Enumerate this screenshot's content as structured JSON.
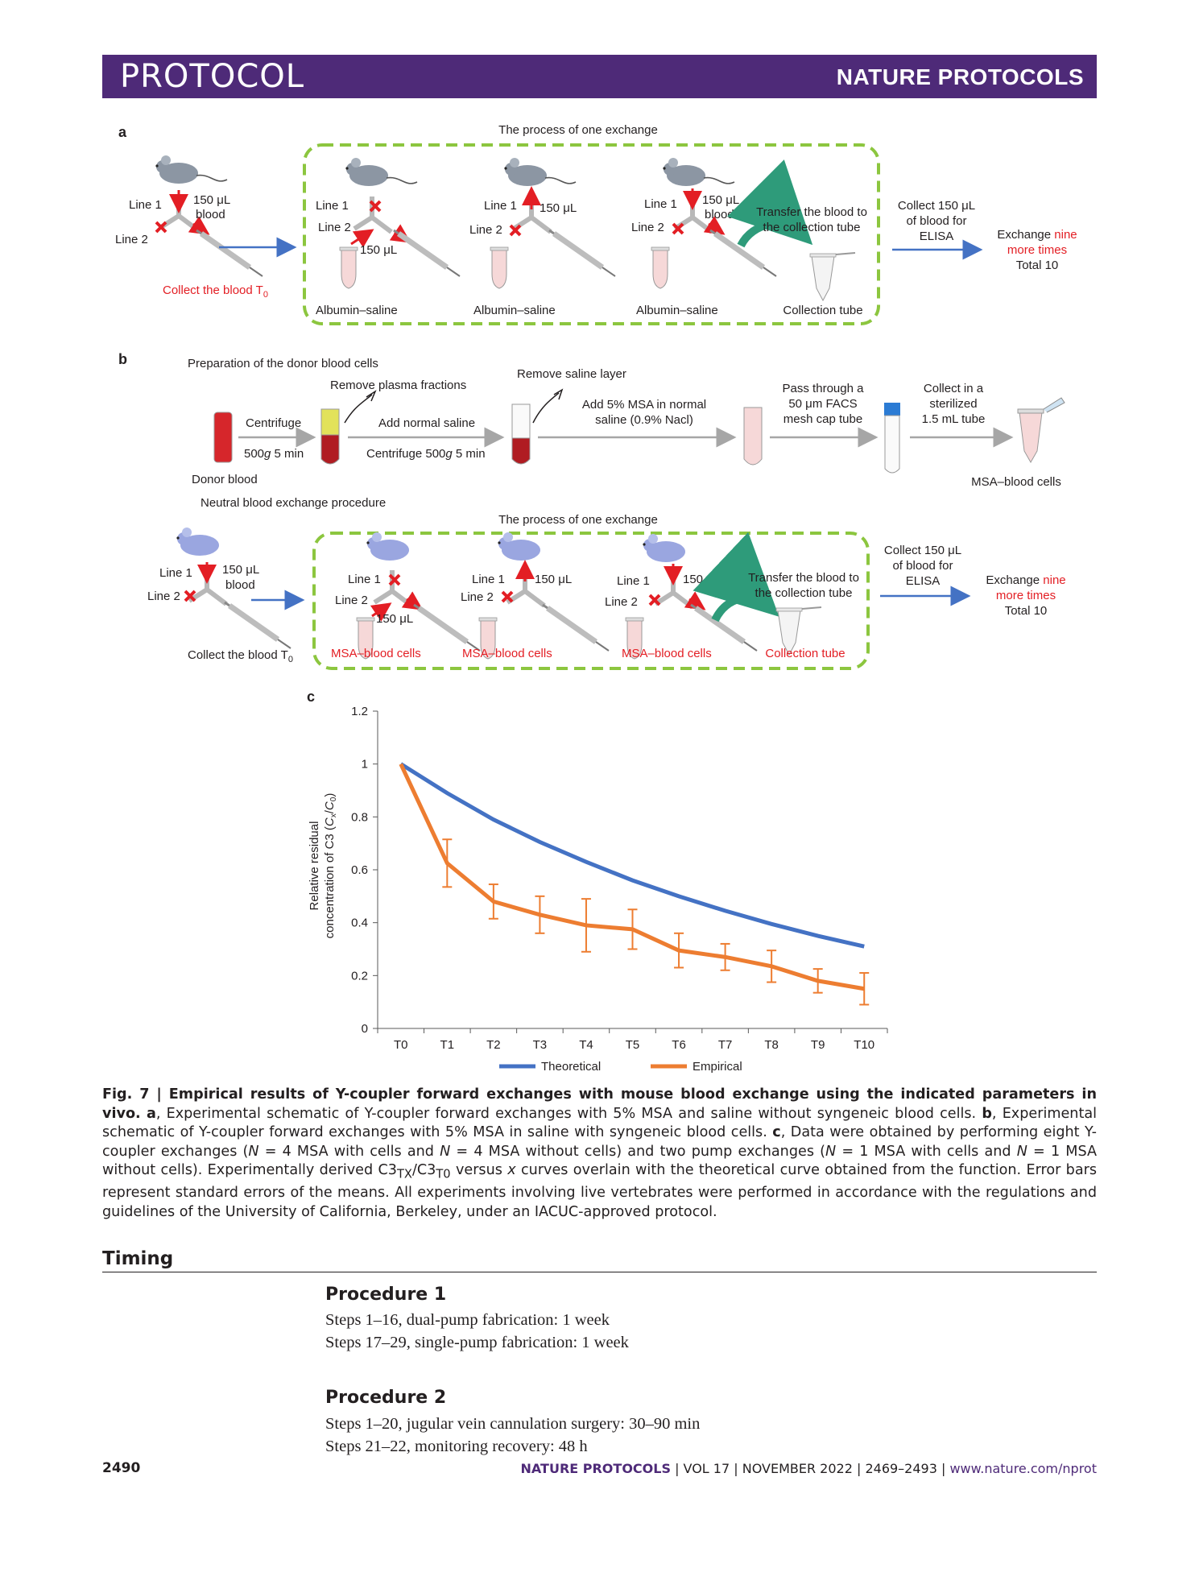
{
  "header": {
    "section": "PROTOCOL",
    "journal": "NATURE PROTOCOLS"
  },
  "panel_a": {
    "letter": "a",
    "process_title": "The process of one exchange",
    "line1": "Line 1",
    "line2": "Line 2",
    "blood_150": "150 μL",
    "blood_word": "blood",
    "ul_150": "150 μL",
    "collect_t0": "Collect the blood T",
    "collect_t0_sub": "0",
    "albumin": "Albumin–saline",
    "transfer_1": "Transfer the blood to",
    "transfer_2": "the collection tube",
    "collection_tube": "Collection tube",
    "collect_elisa_1": "Collect 150 μL",
    "collect_elisa_2": "of blood for",
    "collect_elisa_3": "ELISA",
    "exchange_1": "Exchange ",
    "exchange_nine": "nine",
    "exchange_2": "more times",
    "total": "Total 10"
  },
  "panel_b": {
    "letter": "b",
    "prep_title": "Preparation of the donor blood cells",
    "remove_plasma": "Remove plasma fractions",
    "remove_saline": "Remove saline layer",
    "centrifuge": "Centrifuge",
    "centrifuge_speed_pre": "500",
    "centrifuge_speed_g": "g",
    "centrifuge_speed_post": " 5 min",
    "add_saline": "Add normal saline",
    "centrifuge2_pre": "Centrifuge 500",
    "centrifuge2_g": "g",
    "centrifuge2_post": " 5 min",
    "add_msa_1": "Add 5% MSA in normal",
    "add_msa_2": "saline (0.9% Nacl)",
    "pass_1": "Pass through a",
    "pass_2": "50 μm FACS",
    "pass_3": "mesh cap tube",
    "sterile_1": "Collect in a",
    "sterile_2": "sterilized",
    "sterile_3": "1.5 mL tube",
    "donor_blood": "Donor blood",
    "msa_blood_cells": "MSA–blood cells",
    "neutral_title": "Neutral blood exchange procedure",
    "process_title": "The process of one exchange",
    "line1": "Line 1",
    "line2": "Line 2",
    "ul_150": "150 μL",
    "blood_word": "blood",
    "collect_t0": "Collect the blood T",
    "collect_t0_sub": "0",
    "transfer_1": "Transfer the blood to",
    "transfer_2": "the collection tube",
    "collection_tube": "Collection tube",
    "collect_elisa_1": "Collect 150 μL",
    "collect_elisa_2": "of blood for",
    "collect_elisa_3": "ELISA",
    "exchange_1": "Exchange ",
    "exchange_nine": "nine",
    "exchange_2": "more times",
    "total": "Total 10"
  },
  "panel_c_letter": "c",
  "chart_data": {
    "type": "line",
    "title": "",
    "ylabel_line1": "Relative residual",
    "ylabel_line2_pre": "concentration of C3 (",
    "ylabel_cx": "C",
    "ylabel_x": "x",
    "ylabel_mid": "/",
    "ylabel_c0": "C",
    "ylabel_0": "0",
    "ylabel_end": ")",
    "xlabel": "",
    "categories": [
      "T0",
      "T1",
      "T2",
      "T3",
      "T4",
      "T5",
      "T6",
      "T7",
      "T8",
      "T9",
      "T10"
    ],
    "ylim": [
      0,
      1.2
    ],
    "yticks": [
      "0",
      "0.2",
      "0.4",
      "0.6",
      "0.8",
      "1",
      "1.2"
    ],
    "ytick_values": [
      0,
      0.2,
      0.4,
      0.6,
      0.8,
      1,
      1.2
    ],
    "series": [
      {
        "name": "Theoretical",
        "color": "#4472c4",
        "values": [
          1.0,
          0.89,
          0.79,
          0.705,
          0.63,
          0.56,
          0.5,
          0.445,
          0.395,
          0.35,
          0.31
        ]
      },
      {
        "name": "Empirical",
        "color": "#ed7d31",
        "values": [
          1.0,
          0.625,
          0.48,
          0.43,
          0.39,
          0.375,
          0.295,
          0.27,
          0.235,
          0.18,
          0.15
        ],
        "errors": [
          0,
          0.09,
          0.065,
          0.07,
          0.1,
          0.075,
          0.065,
          0.05,
          0.06,
          0.045,
          0.06
        ]
      }
    ],
    "legend_position": "bottom"
  },
  "caption": {
    "fig": "Fig. 7 | Empirical results of Y-coupler forward exchanges with mouse blood exchange using the indicated parameters in vivo.",
    "a_letter": "a",
    "a_text": ", Experimental schematic of Y-coupler forward exchanges with 5% MSA and saline without syngeneic blood cells.",
    "b_letter": "b",
    "b_text": ", Experimental schematic of Y-coupler forward exchanges with 5% MSA in saline with syngeneic blood cells.",
    "c_letter": "c",
    "c_text_1": ", Data were obtained by performing eight Y-coupler exchanges (",
    "n": "N",
    "c_text_2": " = 4 MSA with cells and ",
    "c_text_3": " = 4 MSA without cells) and two pump exchanges (",
    "c_text_4": " = 1 MSA with cells and ",
    "c_text_5": " = 1 MSA without cells). Experimentally derived C3",
    "sub_tx": "TX",
    "c_text_6": "/C3",
    "sub_t0": "T0",
    "c_text_7": " versus ",
    "x": "x",
    "c_text_8": " curves overlain with the theoretical curve obtained from the function. Error bars represent standard errors of the means. All experiments involving live vertebrates were performed in accordance with the regulations and guidelines of the University of California, Berkeley, under an IACUC-approved protocol."
  },
  "timing": {
    "title": "Timing",
    "procedures": [
      {
        "title": "Procedure 1",
        "lines": [
          "Steps 1–16, dual-pump fabrication: 1 week",
          "Steps 17–29, single-pump fabrication: 1 week"
        ]
      },
      {
        "title": "Procedure 2",
        "lines": [
          "Steps 1–20, jugular vein cannulation surgery: 30–90 min",
          "Steps 21–22, monitoring recovery: 48 h"
        ]
      }
    ]
  },
  "footer": {
    "page": "2490",
    "journal": "NATURE PROTOCOLS",
    "sep1": " | ",
    "vol": "VOL 17",
    "sep2": " | ",
    "date": "NOVEMBER 2022",
    "sep3": " | ",
    "pages": "2469–2493",
    "sep4": " | ",
    "url": "www.nature.com/nprot"
  }
}
